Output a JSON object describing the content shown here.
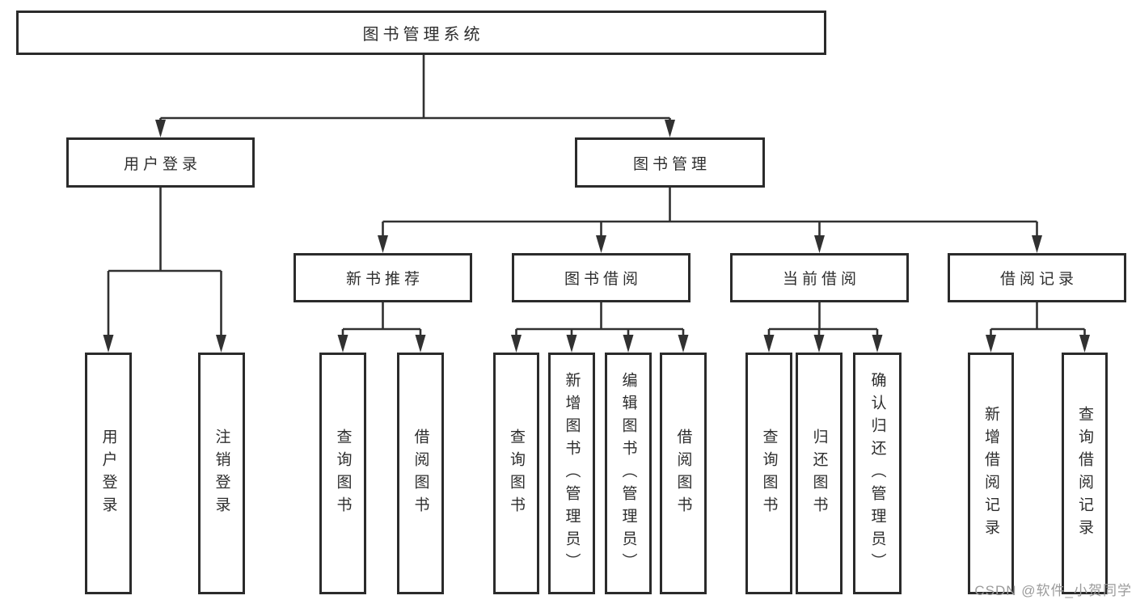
{
  "diagram": {
    "title": "图书管理系统",
    "nodes": [
      {
        "id": "root",
        "level": 1,
        "label": "图书管理系统"
      },
      {
        "id": "user-login",
        "level": 2,
        "label": "用户登录"
      },
      {
        "id": "book-management",
        "level": 2,
        "label": "图书管理"
      },
      {
        "id": "new-book-recommend",
        "level": 3,
        "label": "新书推荐"
      },
      {
        "id": "book-borrow",
        "level": 3,
        "label": "图书借阅"
      },
      {
        "id": "current-borrow",
        "level": 3,
        "label": "当前借阅"
      },
      {
        "id": "borrow-records",
        "level": 3,
        "label": "借阅记录"
      },
      {
        "id": "leaf-user-login",
        "level": 4,
        "label": "用户登录"
      },
      {
        "id": "leaf-logout",
        "level": 4,
        "label": "注销登录"
      },
      {
        "id": "leaf-query-books-a",
        "level": 4,
        "label": "查询图书"
      },
      {
        "id": "leaf-borrow-books-a",
        "level": 4,
        "label": "借阅图书"
      },
      {
        "id": "leaf-query-books-b",
        "level": 4,
        "label": "查询图书"
      },
      {
        "id": "leaf-add-books-admin",
        "level": 4,
        "label": "新增图书（管理员）"
      },
      {
        "id": "leaf-edit-books-admin",
        "level": 4,
        "label": "编辑图书（管理员）"
      },
      {
        "id": "leaf-borrow-books-b",
        "level": 4,
        "label": "借阅图书"
      },
      {
        "id": "leaf-query-books-c",
        "level": 4,
        "label": "查询图书"
      },
      {
        "id": "leaf-return-books",
        "level": 4,
        "label": "归还图书"
      },
      {
        "id": "leaf-confirm-return-admin",
        "level": 4,
        "label": "确认归还（管理员）"
      },
      {
        "id": "leaf-add-borrow-record",
        "level": 4,
        "label": "新增借阅记录"
      },
      {
        "id": "leaf-query-borrow-record",
        "level": 4,
        "label": "查询借阅记录"
      }
    ],
    "edges": [
      [
        "root",
        "user-login"
      ],
      [
        "root",
        "book-management"
      ],
      [
        "user-login",
        "leaf-user-login"
      ],
      [
        "user-login",
        "leaf-logout"
      ],
      [
        "book-management",
        "new-book-recommend"
      ],
      [
        "book-management",
        "book-borrow"
      ],
      [
        "book-management",
        "current-borrow"
      ],
      [
        "book-management",
        "borrow-records"
      ],
      [
        "new-book-recommend",
        "leaf-query-books-a"
      ],
      [
        "new-book-recommend",
        "leaf-borrow-books-a"
      ],
      [
        "book-borrow",
        "leaf-query-books-b"
      ],
      [
        "book-borrow",
        "leaf-add-books-admin"
      ],
      [
        "book-borrow",
        "leaf-edit-books-admin"
      ],
      [
        "book-borrow",
        "leaf-borrow-books-b"
      ],
      [
        "current-borrow",
        "leaf-query-books-c"
      ],
      [
        "current-borrow",
        "leaf-return-books"
      ],
      [
        "current-borrow",
        "leaf-confirm-return-admin"
      ],
      [
        "borrow-records",
        "leaf-add-borrow-record"
      ],
      [
        "borrow-records",
        "leaf-query-borrow-record"
      ]
    ],
    "watermark": "CSDN @软件_小贺同学",
    "colors": {
      "line": "#313131",
      "box_border": "#2b2b2b",
      "text": "#2e2e2e",
      "watermark": "#9b9b9b",
      "background": "#ffffff"
    }
  }
}
